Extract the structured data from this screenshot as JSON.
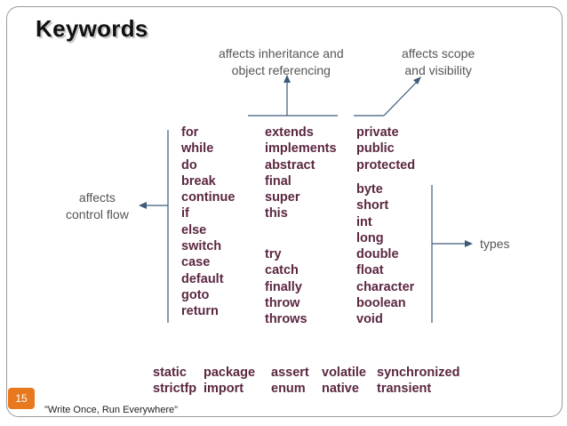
{
  "slide": {
    "title": "Keywords",
    "number": "15",
    "footer": "\"Write Once, Run Everywhere\""
  },
  "annotations": {
    "inheritance": [
      "affects inheritance and",
      "object referencing"
    ],
    "scope": [
      "affects scope",
      "and visibility"
    ],
    "control_flow": [
      "affects",
      "control flow"
    ],
    "types": "types"
  },
  "columns": {
    "control_flow": [
      "for",
      "while",
      "do",
      "break",
      "continue",
      "if",
      "else",
      "switch",
      "case",
      "default",
      "goto",
      "return"
    ],
    "inheritance": [
      "extends",
      "implements",
      "abstract",
      "final",
      "super",
      "this"
    ],
    "exceptions": [
      "try",
      "catch",
      "finally",
      "throw",
      "throws"
    ],
    "visibility": [
      "private",
      "public",
      "protected"
    ],
    "types": [
      "byte",
      "short",
      "int",
      "long",
      "double",
      "float",
      "character",
      "boolean",
      "void"
    ]
  },
  "bottom_rows": [
    [
      "static",
      "package",
      "assert",
      "volatile",
      "synchronized"
    ],
    [
      "strictfp",
      "import",
      "enum",
      "native",
      "transient"
    ]
  ],
  "colors": {
    "keyword": "#5b2741",
    "slide_number_bg": "#e8781e"
  }
}
